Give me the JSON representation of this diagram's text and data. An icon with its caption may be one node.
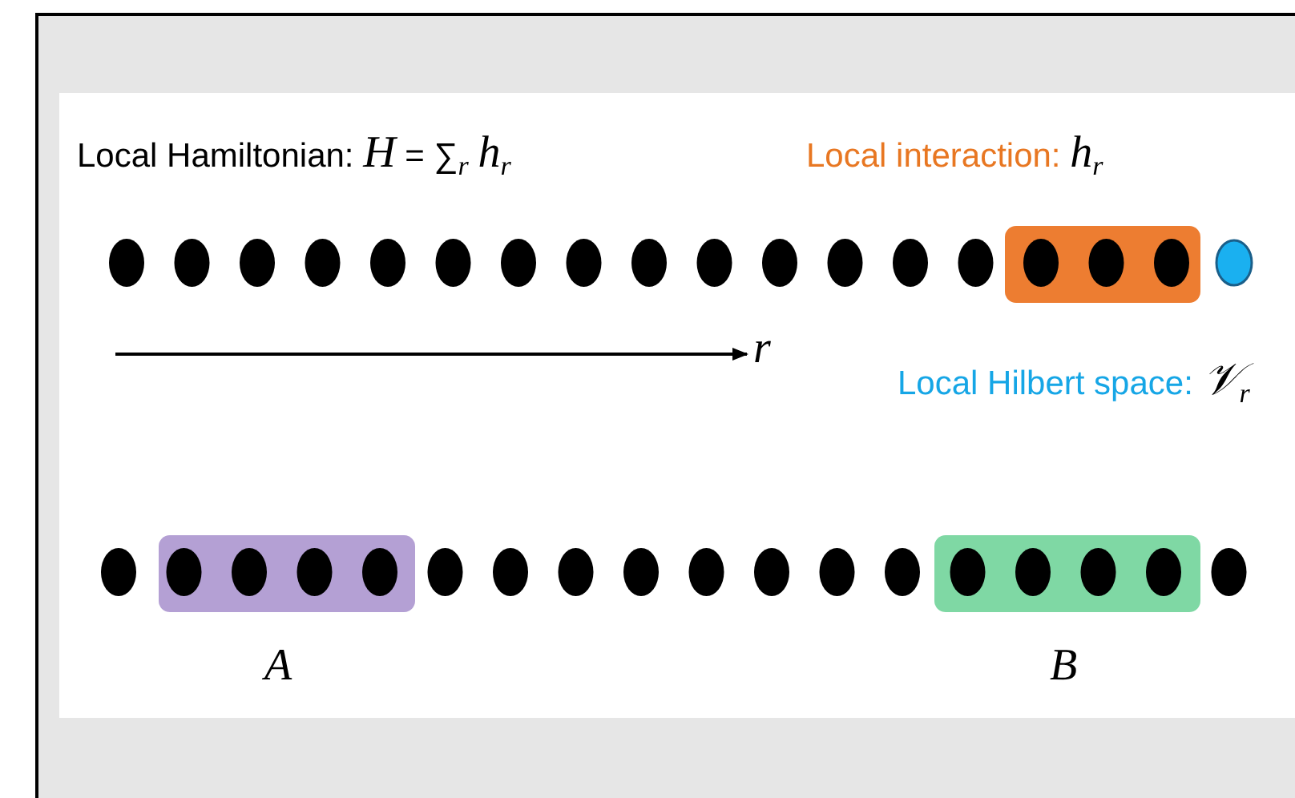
{
  "diagram": {
    "labels": [
      "Local Hamiltonian: *H* = ∑$_{r}$ *h*$_{r}$",
      "Local interaction: *h*$_{r}$",
      "*r*",
      "Local Hilbert space: *𝒱*$_{r}$",
      "*A*",
      "*B*"
    ]
  }
}
